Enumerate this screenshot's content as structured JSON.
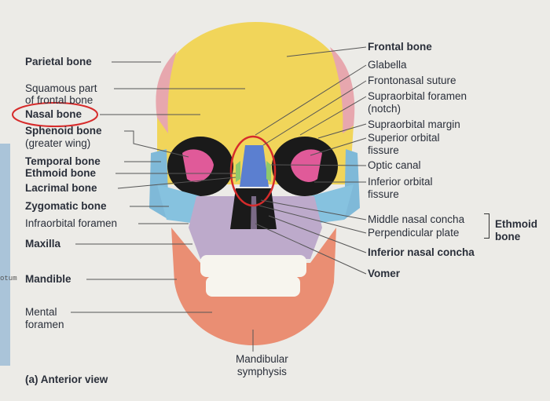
{
  "side_tab_text": "otum",
  "caption": "(a) Anterior view",
  "left_labels": [
    {
      "name": "parietal-bone-label",
      "text": "Parietal bone",
      "bold": true
    },
    {
      "name": "squamous-part-label",
      "text": "Squamous part",
      "bold": false
    },
    {
      "name": "of-frontal-bone-label",
      "text": "of frontal bone",
      "bold": false
    },
    {
      "name": "nasal-bone-label",
      "text": "Nasal bone",
      "bold": true
    },
    {
      "name": "sphenoid-bone-label",
      "text": "Sphenoid bone",
      "bold": true
    },
    {
      "name": "greater-wing-label",
      "text": "(greater wing)",
      "bold": false
    },
    {
      "name": "temporal-bone-label",
      "text": "Temporal bone",
      "bold": true
    },
    {
      "name": "ethmoid-bone-left-label",
      "text": "Ethmoid bone",
      "bold": true
    },
    {
      "name": "lacrimal-bone-label",
      "text": "Lacrimal bone",
      "bold": true
    },
    {
      "name": "zygomatic-bone-label",
      "text": "Zygomatic bone",
      "bold": true
    },
    {
      "name": "infraorbital-foramen-label",
      "text": "Infraorbital foramen",
      "bold": false
    },
    {
      "name": "maxilla-label",
      "text": "Maxilla",
      "bold": true
    },
    {
      "name": "mandible-label",
      "text": "Mandible",
      "bold": true
    },
    {
      "name": "mental-foramen-label",
      "text": "Mental\nforamen",
      "bold": false
    }
  ],
  "right_labels": [
    {
      "name": "frontal-bone-label",
      "text": "Frontal bone",
      "bold": true
    },
    {
      "name": "glabella-label",
      "text": "Glabella",
      "bold": false
    },
    {
      "name": "frontonasal-suture-label",
      "text": "Frontonasal suture",
      "bold": false
    },
    {
      "name": "supraorbital-foramen-label",
      "text": "Supraorbital foramen\n(notch)",
      "bold": false
    },
    {
      "name": "supraorbital-margin-label",
      "text": "Supraorbital margin",
      "bold": false
    },
    {
      "name": "superior-orbital-fissure-label",
      "text": "Superior orbital\nfissure",
      "bold": false
    },
    {
      "name": "optic-canal-label",
      "text": "Optic canal",
      "bold": false
    },
    {
      "name": "inferior-orbital-fissure-label",
      "text": "Inferior orbital\nfissure",
      "bold": false
    },
    {
      "name": "middle-nasal-concha-label",
      "text": "Middle nasal concha",
      "bold": false
    },
    {
      "name": "perpendicular-plate-label",
      "text": "Perpendicular plate",
      "bold": false
    },
    {
      "name": "ethmoid-bone-right-label",
      "text": "Ethmoid\nbone",
      "bold": true
    },
    {
      "name": "inferior-nasal-concha-label",
      "text": "Inferior nasal concha",
      "bold": true
    },
    {
      "name": "vomer-label",
      "text": "Vomer",
      "bold": true
    }
  ],
  "bottom_labels": [
    {
      "name": "mandibular-symphysis-label",
      "text": "Mandibular\nsymphysis",
      "bold": false
    }
  ],
  "colors": {
    "frontal": "#f1d55a",
    "parietal": "#e7a7ae",
    "sphenoid": "#e05a99",
    "temporal": "#7fb9d8",
    "zygomatic": "#86c2df",
    "maxilla": "#bdaacb",
    "mandible": "#ea8e73",
    "nasal": "#5b7fd0",
    "ethmoid": "#8fc96c",
    "teeth": "#f7f5ee",
    "highlight": "#d62b2b"
  }
}
